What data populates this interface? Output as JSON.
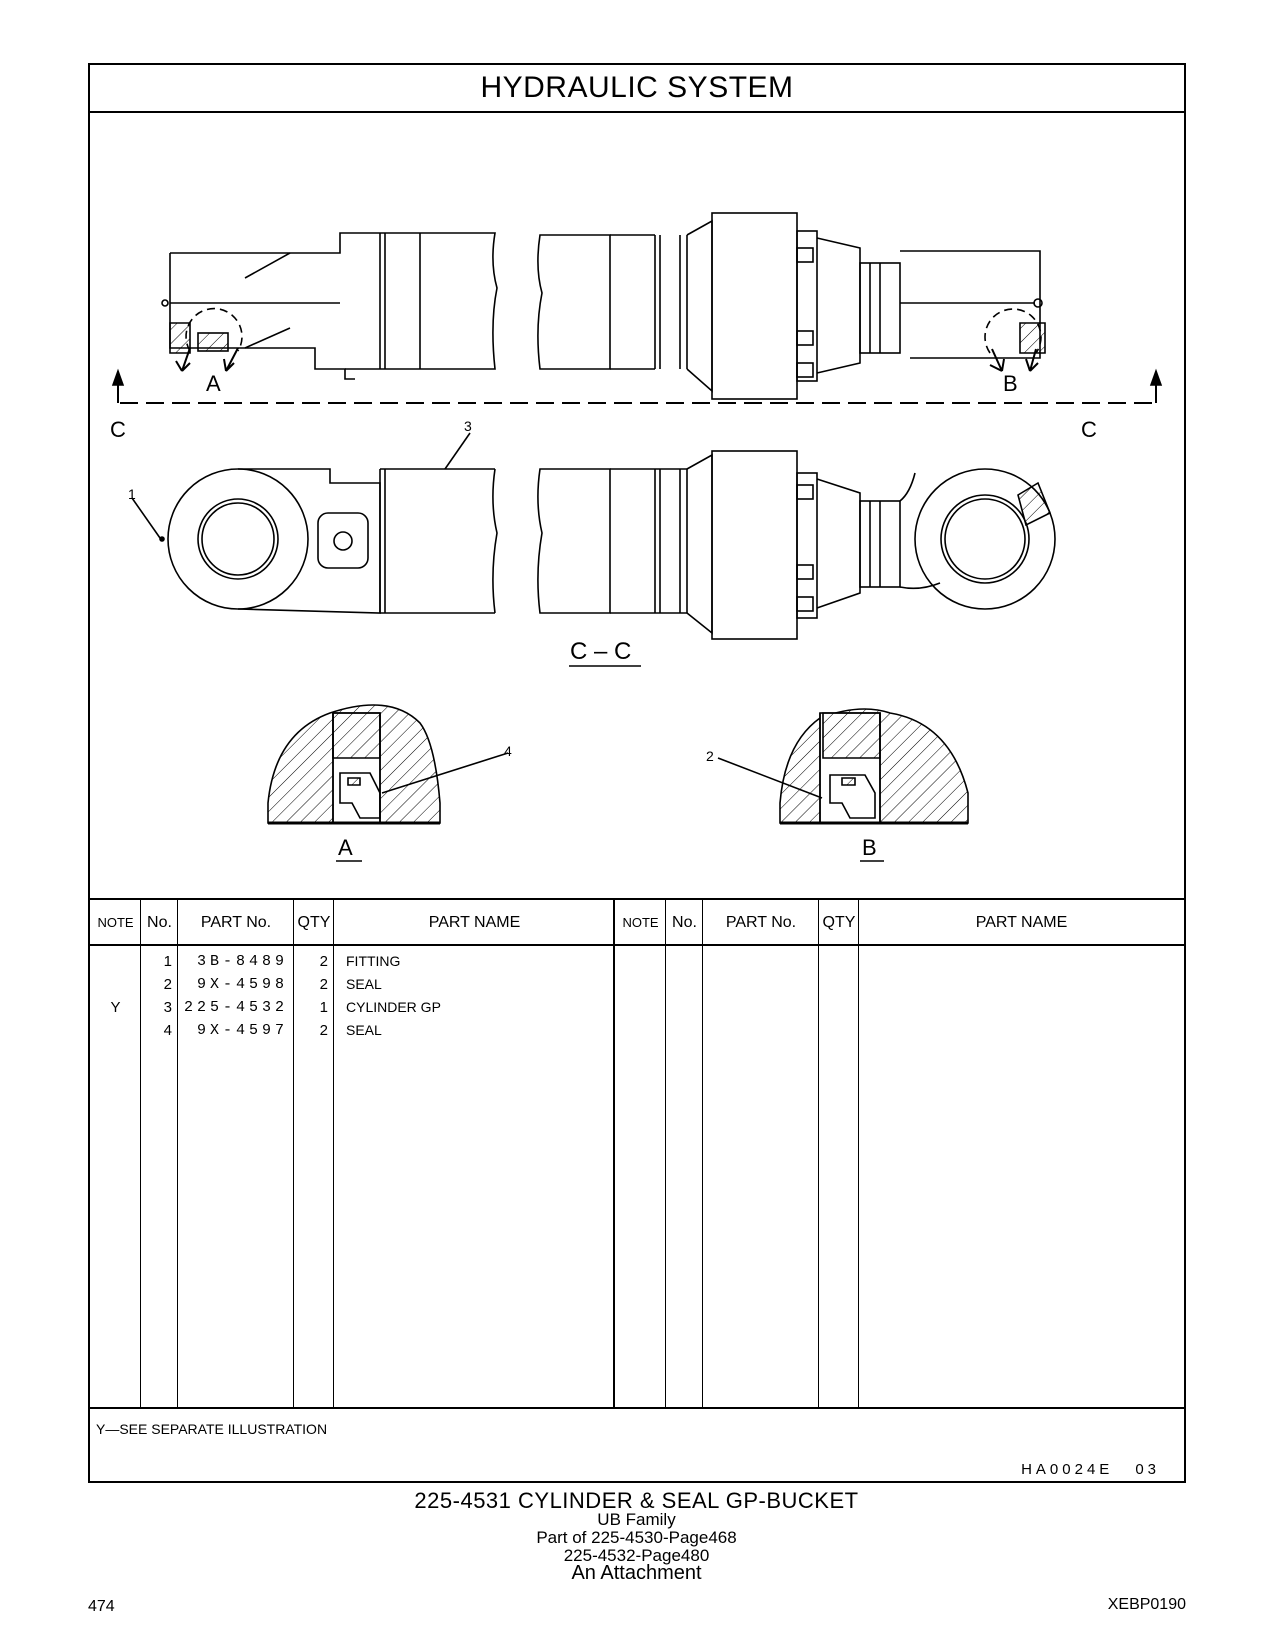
{
  "section_title": "HYDRAULIC  SYSTEM",
  "illustration": {
    "section_label_a": "A",
    "section_label_b": "B",
    "section_label_c_left": "C",
    "section_label_c_right": "C",
    "view_label_cc": "C – C",
    "detail_label_a": "A",
    "detail_label_b": "B",
    "callouts": [
      "1",
      "2",
      "3",
      "4"
    ]
  },
  "table": {
    "headers": {
      "note": "NOTE",
      "no": "No.",
      "part_no": "PART No.",
      "qty": "QTY",
      "part_name": "PART NAME"
    },
    "rows": [
      {
        "note": "",
        "no": "1",
        "part_no": "3B-8489",
        "qty": "2",
        "part_name": "FITTING"
      },
      {
        "note": "",
        "no": "2",
        "part_no": "9X-4598",
        "qty": "2",
        "part_name": "SEAL"
      },
      {
        "note": "Y",
        "no": "3",
        "part_no": "225-4532",
        "qty": "1",
        "part_name": "CYLINDER  GP"
      },
      {
        "note": "",
        "no": "4",
        "part_no": "9X-4597",
        "qty": "2",
        "part_name": "SEAL"
      }
    ]
  },
  "footnote": "Y—SEE  SEPARATE  ILLUSTRATION",
  "drawing_code": "HA0024E",
  "drawing_rev": "03",
  "caption": {
    "title": "225-4531   CYLINDER  &  SEAL  GP-BUCKET",
    "family": "UB  Family",
    "part_of_1": "Part of 225-4530-Page468",
    "part_of_2": "225-4532-Page480",
    "attachment": "An Attachment"
  },
  "page_number": "474",
  "document_id": "XEBP0190"
}
